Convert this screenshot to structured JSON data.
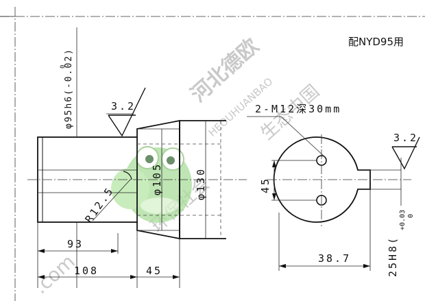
{
  "title_note": "配NYD95用",
  "labels": {
    "shaft_diameter": "φ95h6(-0.02)",
    "shaft_diameter_upper": "0",
    "roughness_left": "3.2",
    "roughness_right": "3.2",
    "thread_spec": "2-M12深30mm",
    "bore_diameter": "φ105",
    "flange_diameter": "φ130",
    "radius": "R12.5",
    "len_93": "93",
    "len_108": "108",
    "len_45": "45",
    "hole_spacing": "45",
    "key_offset": "38.7",
    "keyway_width": "25H8(",
    "keyway_tol_upper": "+0.03",
    "keyway_tol_lower": "0"
  },
  "watermarks": {
    "w1": "河北德欧",
    "w2": "HEOUHUANBAO",
    "w3": "环保社会",
    "w4": "生态中国",
    "w5": ".com"
  }
}
